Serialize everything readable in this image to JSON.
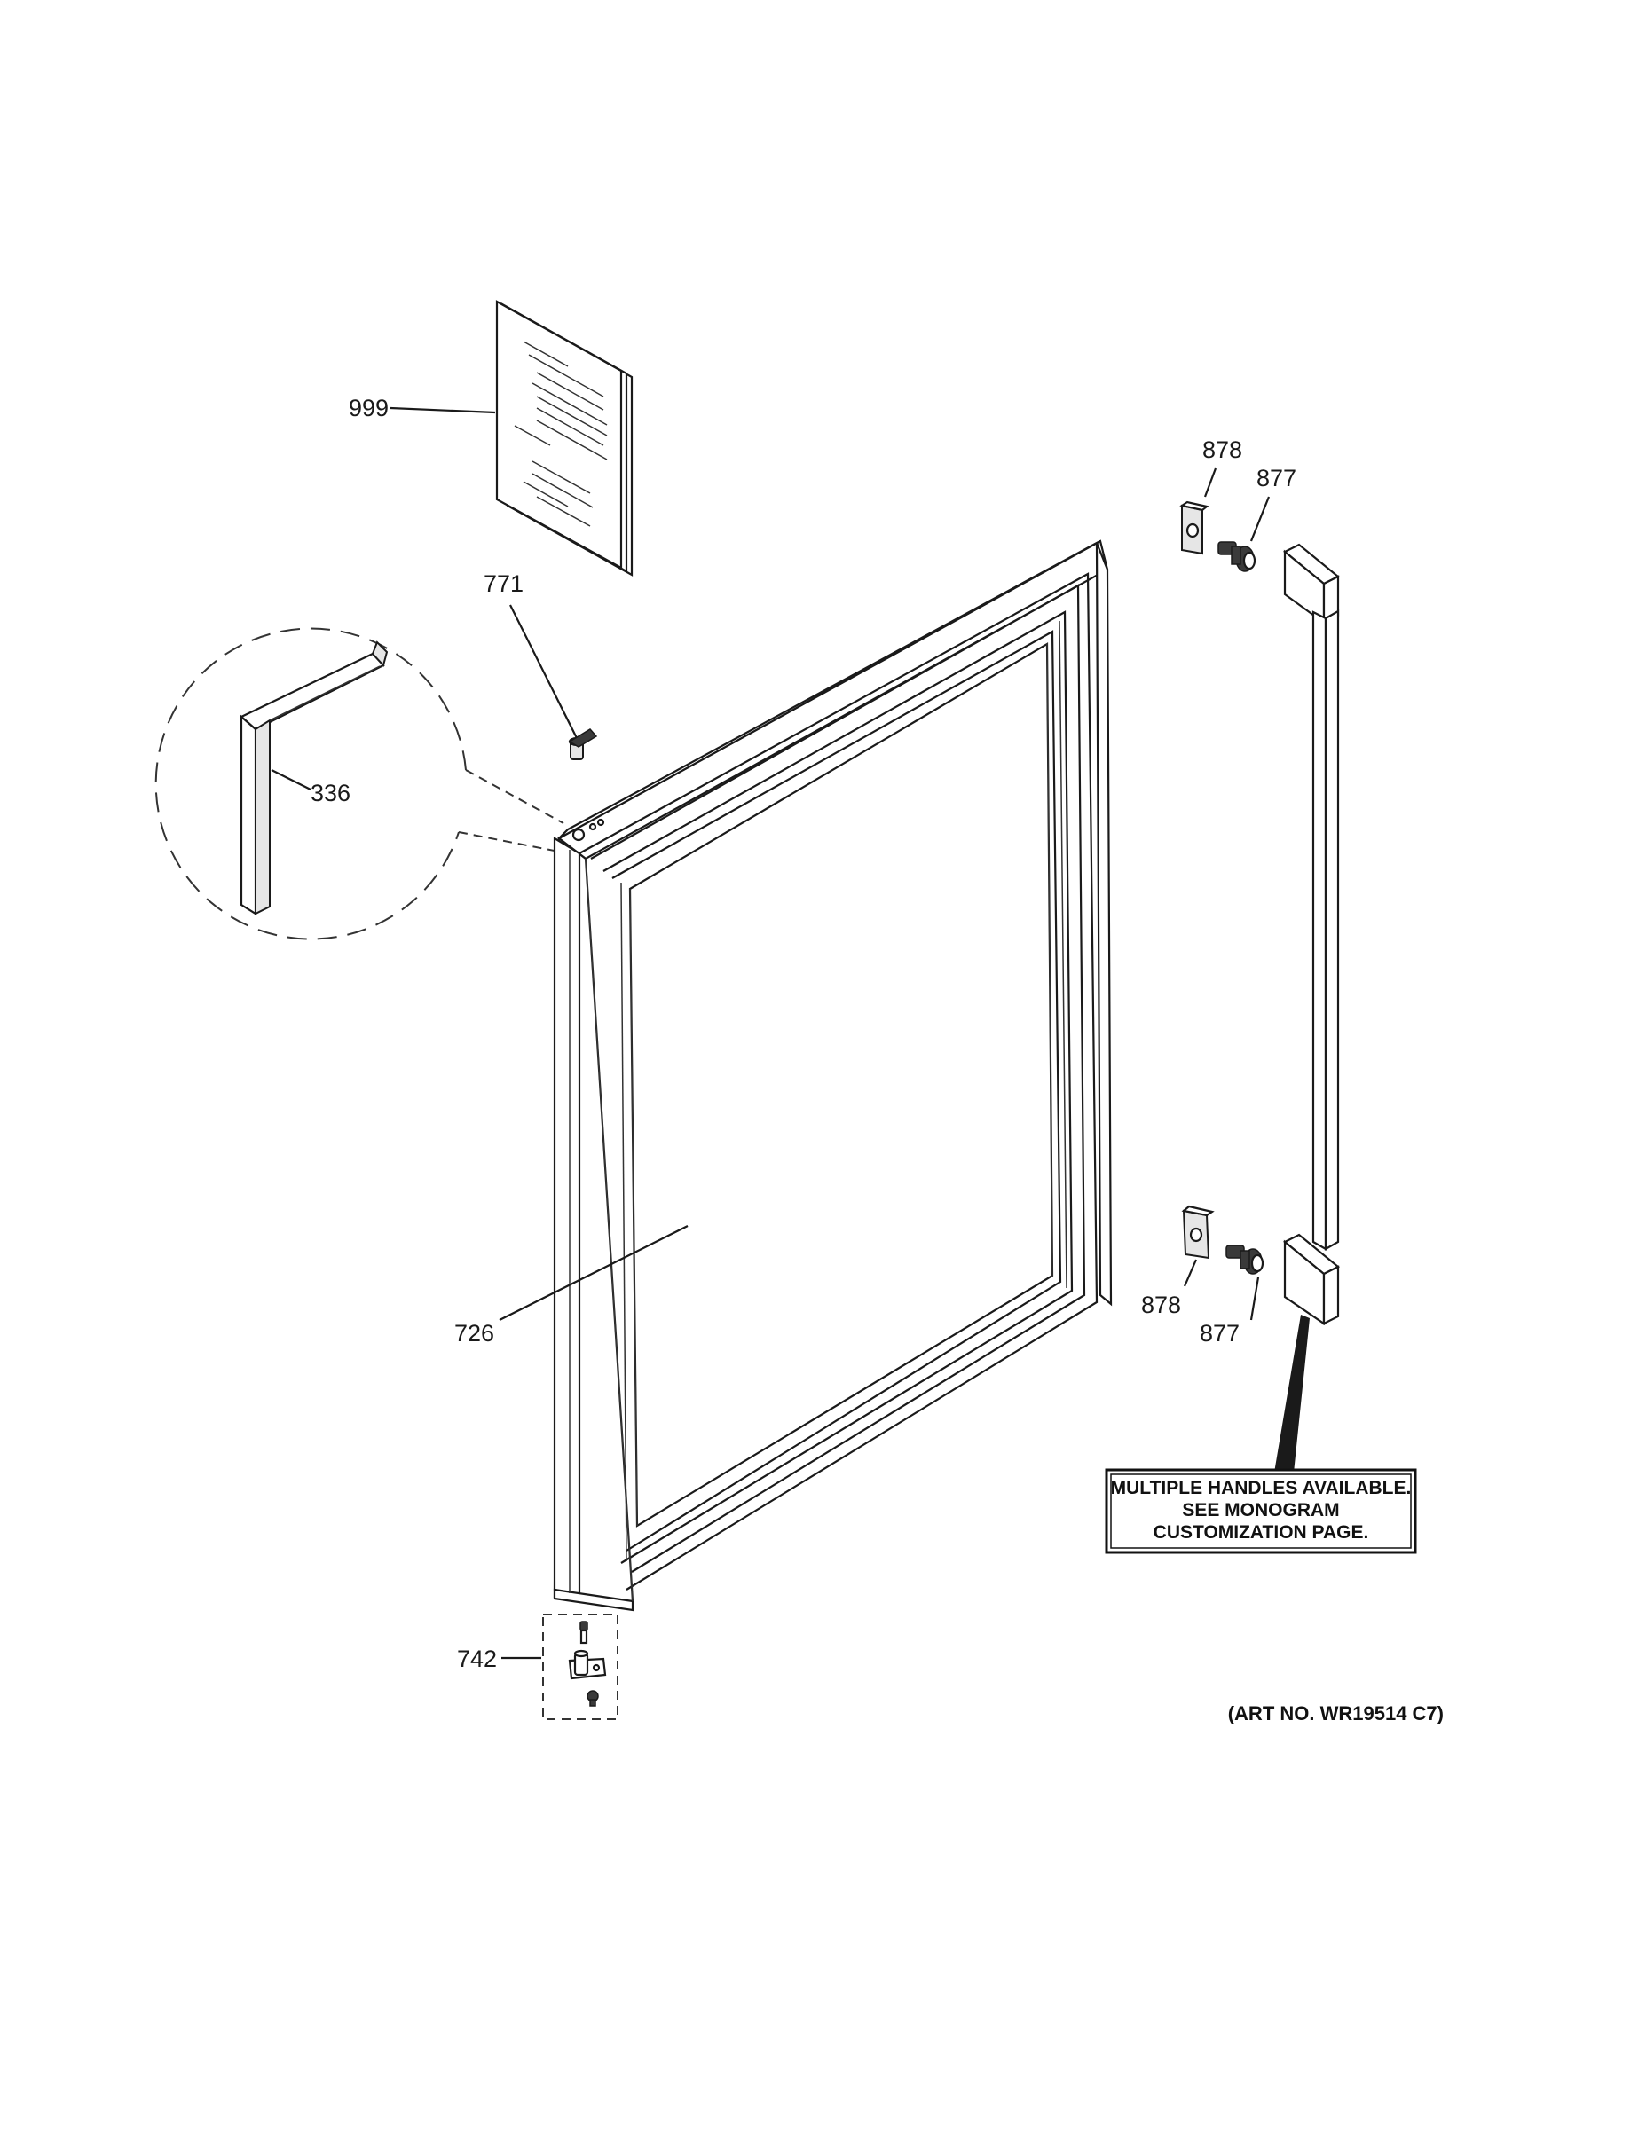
{
  "parts": {
    "manual": "999",
    "hinge_cap": "771",
    "gasket": "336",
    "door_frame": "726",
    "spacer_top": "878",
    "screw_top": "877",
    "spacer_bottom": "878",
    "screw_bottom": "877",
    "bottom_hinge": "742"
  },
  "note": {
    "line1": "MULTIPLE HANDLES AVAILABLE.",
    "line2": "SEE MONOGRAM",
    "line3": "CUSTOMIZATION PAGE."
  },
  "art_number": "(ART NO. WR19514 C7)"
}
